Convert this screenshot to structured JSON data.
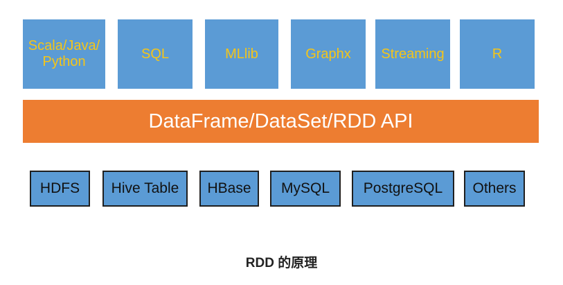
{
  "top_layer": [
    {
      "label": "Scala/Java/\nPython"
    },
    {
      "label": "SQL"
    },
    {
      "label": "MLlib"
    },
    {
      "label": "Graphx"
    },
    {
      "label": "Streaming"
    },
    {
      "label": "R"
    }
  ],
  "api_layer": {
    "label": "DataFrame/DataSet/RDD API"
  },
  "data_sources": [
    {
      "label": "HDFS"
    },
    {
      "label": "Hive Table"
    },
    {
      "label": "HBase"
    },
    {
      "label": "MySQL"
    },
    {
      "label": "PostgreSQL"
    },
    {
      "label": "Others"
    }
  ],
  "caption": "RDD 的原理",
  "colors": {
    "top_box_fill": "#5b9bd5",
    "top_box_text": "#f5c518",
    "api_bar_fill": "#ed7d31",
    "api_bar_text": "#ffffff",
    "source_box_fill": "#5b9bd5",
    "source_box_border": "#1f1f1f"
  }
}
